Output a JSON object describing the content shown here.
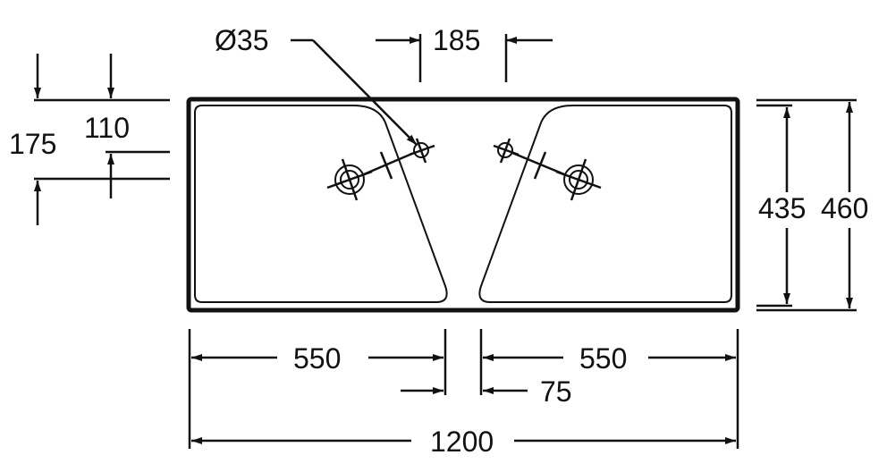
{
  "drawing": {
    "title": "Double basin sink dimension drawing",
    "dimensions": {
      "hole_diameter": "Ø35",
      "tap_spacing": "185",
      "hole_offset_top": "110",
      "drain_offset_top": "175",
      "inner_depth": "435",
      "outer_depth": "460",
      "left_basin_width": "550",
      "right_basin_width": "550",
      "divider_width": "75",
      "total_width": "1200"
    },
    "colors": {
      "line": "#111111",
      "background": "#ffffff"
    }
  }
}
